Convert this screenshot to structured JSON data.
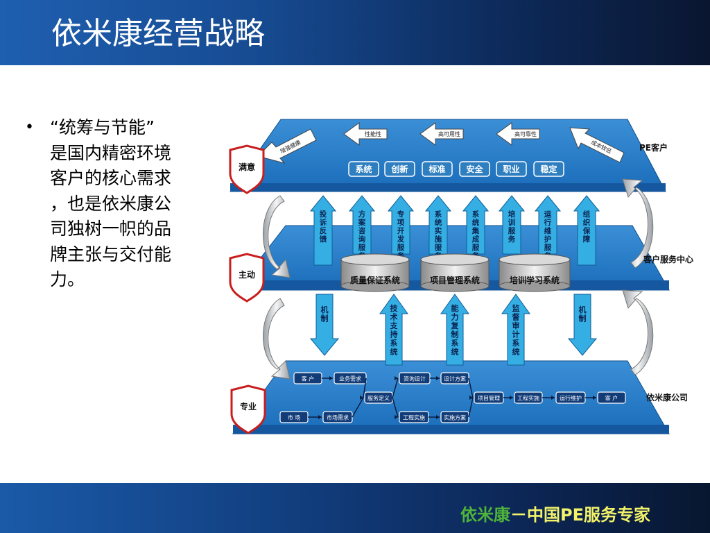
{
  "page_title": "依米康经营战略",
  "bullet": {
    "lines": [
      "“统筹与节能”",
      "是国内精密环境",
      "客户的核心需求",
      "，也是依米康公",
      "司独树一帜的品",
      "牌主张与交付能",
      "力。"
    ]
  },
  "diagram": {
    "top_layer": {
      "side_label": "PE客户",
      "badge": "满意",
      "arrows": [
        "增强健康",
        "性能性",
        "高可用性",
        "高可靠性",
        "成本较低"
      ],
      "boxes": [
        "系统",
        "创新",
        "标准",
        "安全",
        "职业",
        "稳定"
      ]
    },
    "middle_layer": {
      "side_label": "客户服务中心",
      "badge": "主动",
      "up_arrows": [
        "投诉反馈",
        "方案咨询服务",
        "专项开发服务",
        "系统实施服务",
        "系统集成服务",
        "培训服务",
        "运行维护服务",
        "组织保障"
      ],
      "cylinders": [
        "质量保证系统",
        "项目管理系统",
        "培训学习系统"
      ]
    },
    "between_arrows": {
      "down": [
        "机制",
        "机制"
      ],
      "up": [
        "技术支持系统",
        "能力复制系统",
        "监督审计系统"
      ]
    },
    "bottom_layer": {
      "side_label": "依米康公司",
      "badge": "专业",
      "flow": {
        "customer": "客 户",
        "business_need": "业务需求",
        "market": "市 场",
        "market_need": "市场需求",
        "service_def": "服务定义",
        "consult_design": "咨询设计",
        "design_plan": "设计方案",
        "eng_impl1": "工程实施",
        "impl_plan": "实施方案",
        "project_mgmt": "项目管理",
        "eng_impl2": "工程实施",
        "ops_maint": "运行维护",
        "customer_end": "客 户"
      }
    },
    "colors": {
      "layer": "#1f78c4",
      "arrow": "#35aee3",
      "box": "#2f7fc0",
      "badge_red": "#c81e1e"
    }
  },
  "footer": {
    "brand": "依米康",
    "rest": "－中国PE服务专家"
  }
}
